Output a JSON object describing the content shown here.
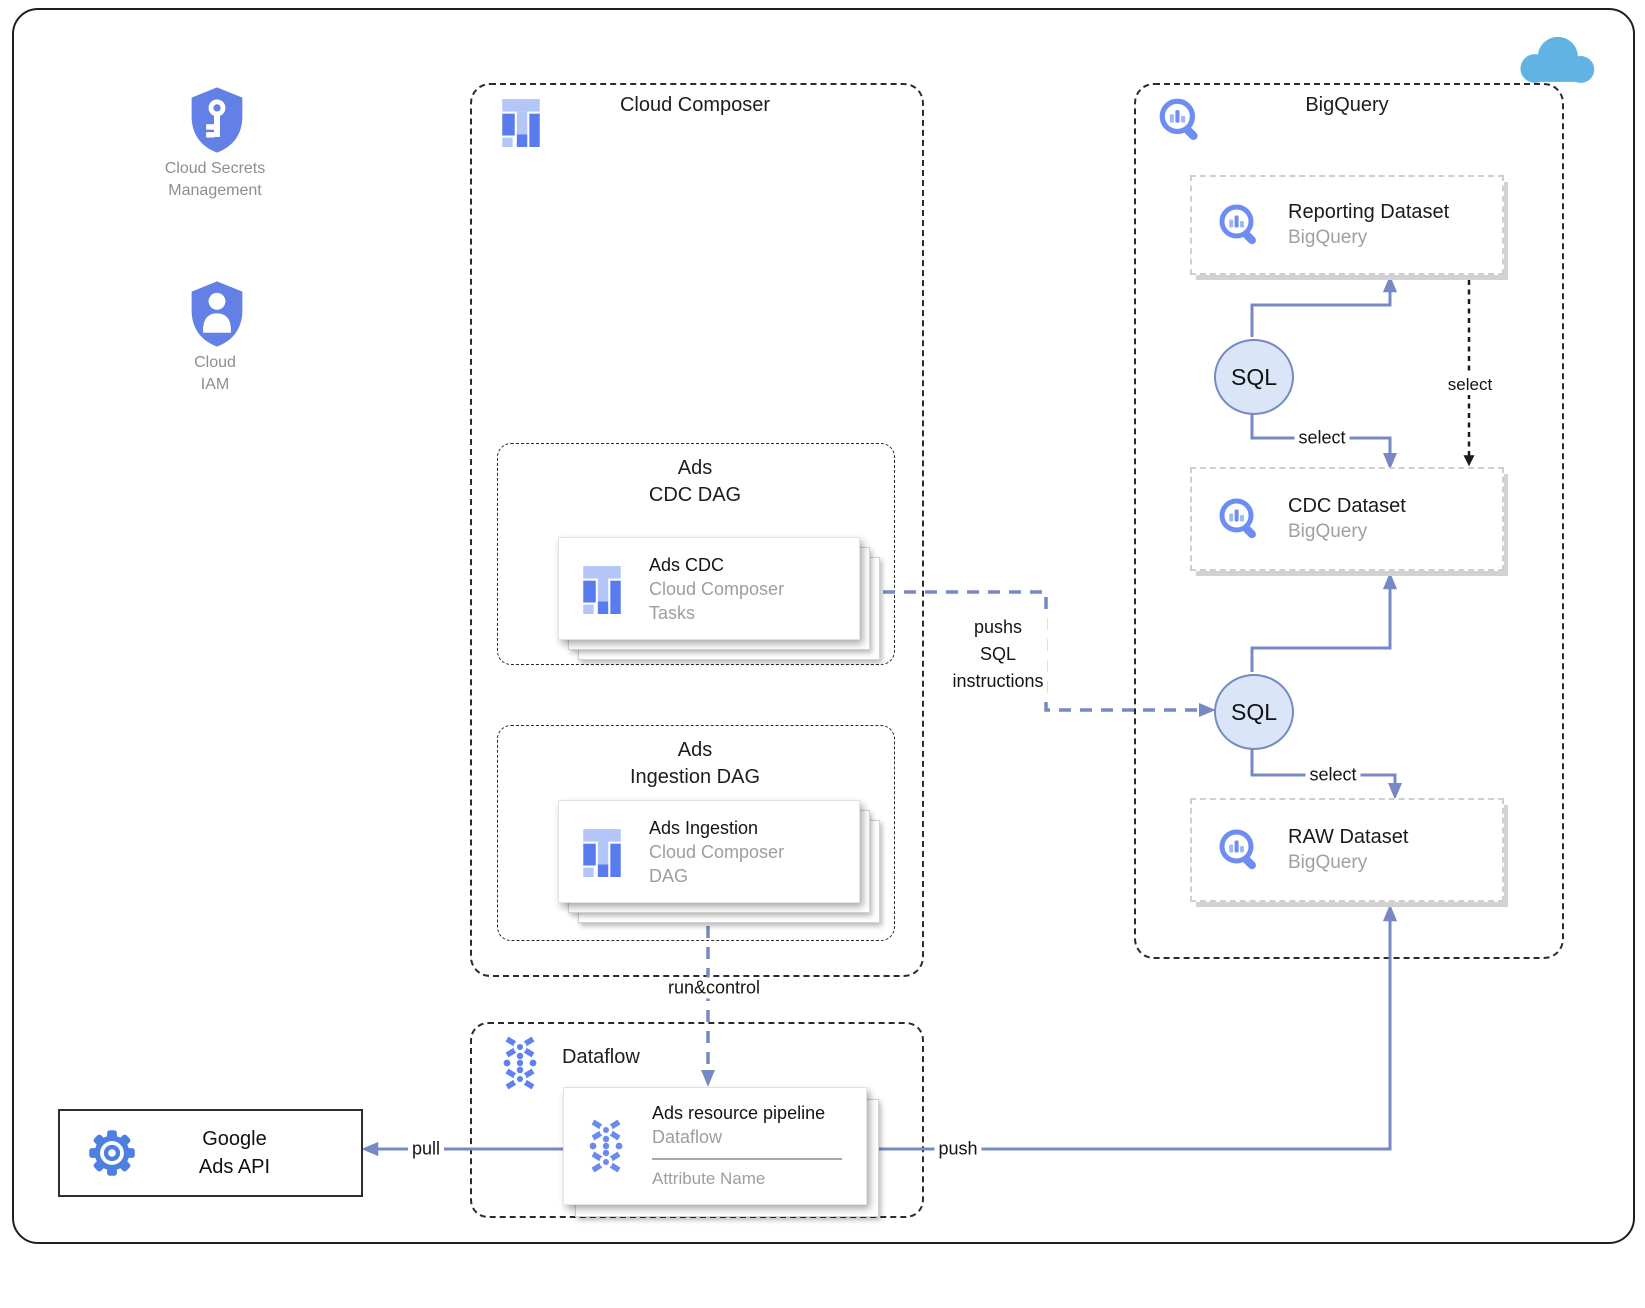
{
  "colors": {
    "arrow_blue": "#7789c4",
    "composer_icon_dark": "#5a7bee",
    "composer_icon_light": "#b3c6f7",
    "bigquery_icon_blue": "#6d8df4",
    "dataflow_icon_blue": "#5f80f0",
    "shield_blue": "#6280e6",
    "gear_blue": "#4d7fe0",
    "cloud_blue": "#61b3e3",
    "sql_node_fill": "#dbe5f8",
    "subtitle_gray": "#9e9e9e",
    "caption_gray": "#8e8e8e"
  },
  "left": {
    "secrets_label1": "Cloud Secrets",
    "secrets_label2": "Management",
    "iam_label1": "Cloud",
    "iam_label2": "IAM",
    "ads_api_line1": "Google",
    "ads_api_line2": "Ads API"
  },
  "composer": {
    "title": "Cloud Composer",
    "cdc_dag_title1": "Ads",
    "cdc_dag_title2": "CDC DAG",
    "cdc_card_title": "Ads CDC",
    "cdc_card_sub1": "Cloud Composer",
    "cdc_card_sub2": "Tasks",
    "ing_dag_title1": "Ads",
    "ing_dag_title2": "Ingestion DAG",
    "ing_card_title": "Ads Ingestion",
    "ing_card_sub1": "Cloud Composer",
    "ing_card_sub2": "DAG"
  },
  "bigquery": {
    "title": "BigQuery",
    "reporting_title": "Reporting Dataset",
    "reporting_sub": "BigQuery",
    "cdc_title": "CDC Dataset",
    "cdc_sub": "BigQuery",
    "raw_title": "RAW Dataset",
    "raw_sub": "BigQuery",
    "sql1": "SQL",
    "sql2": "SQL"
  },
  "dataflow": {
    "title": "Dataflow",
    "card_title": "Ads resource pipeline",
    "card_sub": "Dataflow",
    "card_attr": "Attribute Name"
  },
  "edges": {
    "pushs1": "pushs",
    "pushs2": "SQL",
    "pushs3": "instructions",
    "select_sql1": "select",
    "select_reporting_cdc": "select",
    "select_sql2": "select",
    "run_control": "run&control",
    "pull": "pull",
    "push": "push"
  }
}
